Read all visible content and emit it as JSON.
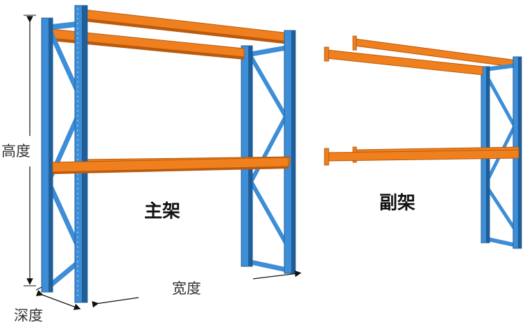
{
  "labels": {
    "height": "高度",
    "width": "宽度",
    "depth": "深度"
  },
  "titles": {
    "main_rack": "主架",
    "aux_rack": "副架"
  },
  "colors": {
    "upright": "#3d8ed6",
    "upright_dark": "#1f5e99",
    "upright_light": "#7fb9ea",
    "beam": "#f07f1e",
    "beam_dark": "#b95a0c",
    "dimension": "#111111"
  }
}
